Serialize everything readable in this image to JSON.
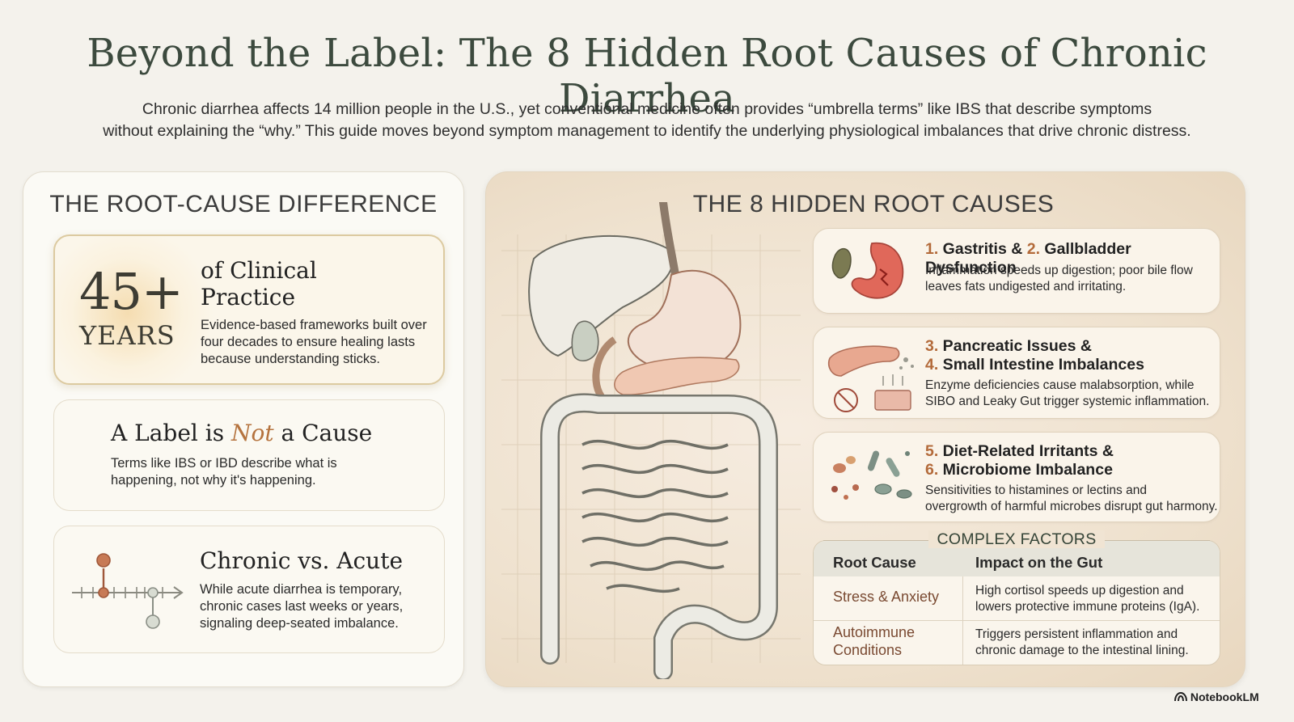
{
  "title": "Beyond the Label: The 8 Hidden Root Causes of Chronic Diarrhea",
  "intro": {
    "line1": "Chronic diarrhea affects 14 million people in the U.S., yet conventional medicine often provides “umbrella terms” like IBS that describe symptoms",
    "line2": "without explaining the “why.” This guide moves beyond symptom management to identify the underlying physiological imbalances that drive chronic distress."
  },
  "left_panel": {
    "heading": "THE ROOT-CAUSE DIFFERENCE",
    "years_card": {
      "number": "45+",
      "unit": "YEARS",
      "title_line1": "of Clinical",
      "title_line2": "Practice",
      "text_line1": "Evidence-based frameworks built over",
      "text_line2": "four decades to ensure healing lasts",
      "text_line3": "because understanding sticks."
    },
    "label_card": {
      "title_before": "A Label is ",
      "title_emph": "Not",
      "title_after": " a Cause",
      "text_line1": "Terms like IBS or IBD describe what is",
      "text_line2": "happening, not why it's happening."
    },
    "chronic_card": {
      "title": "Chronic vs. Acute",
      "text_line1": "While acute diarrhea is temporary,",
      "text_line2": "chronic cases last weeks or years,",
      "text_line3": "signaling deep-seated imbalance."
    }
  },
  "right_panel": {
    "heading": "THE 8 HIDDEN ROOT CAUSES",
    "causes": [
      {
        "num_a": "1.",
        "name_a": " Gastritis & ",
        "num_b": "2.",
        "name_b": " Gallbladder Dysfunction",
        "text_line1": "Inflammation speeds up digestion; poor bile flow",
        "text_line2": "leaves fats undigested and irritating."
      },
      {
        "num_a": "3.",
        "name_a": " Pancreatic Issues &",
        "num_b": "4.",
        "name_b": " Small Intestine Imbalances",
        "text_line1": "Enzyme deficiencies cause malabsorption, while",
        "text_line2": "SIBO and Leaky Gut trigger systemic inflammation."
      },
      {
        "num_a": "5.",
        "name_a": " Diet-Related Irritants &",
        "num_b": "6.",
        "name_b": " Microbiome Imbalance",
        "text_line1": "Sensitivities to histamines or lectins and",
        "text_line2": "overgrowth of harmful microbes disrupt gut harmony."
      }
    ],
    "complex_factors": {
      "title": "COMPLEX FACTORS",
      "headers": [
        "Root Cause",
        "Impact on the Gut"
      ],
      "rows": [
        {
          "cause_line1": "Stress & Anxiety",
          "cause_line2": "",
          "impact_line1": "High cortisol speeds up digestion and",
          "impact_line2": "lowers protective immune proteins (IgA)."
        },
        {
          "cause_line1": "Autoimmune",
          "cause_line2": "Conditions",
          "impact_line1": "Triggers persistent inflammation and",
          "impact_line2": "chronic damage to the intestinal lining."
        }
      ]
    }
  },
  "brand": "NotebookLM",
  "colors": {
    "accent": "#b36a3a",
    "title": "#3c4a3e",
    "background": "#f4f2ec"
  }
}
